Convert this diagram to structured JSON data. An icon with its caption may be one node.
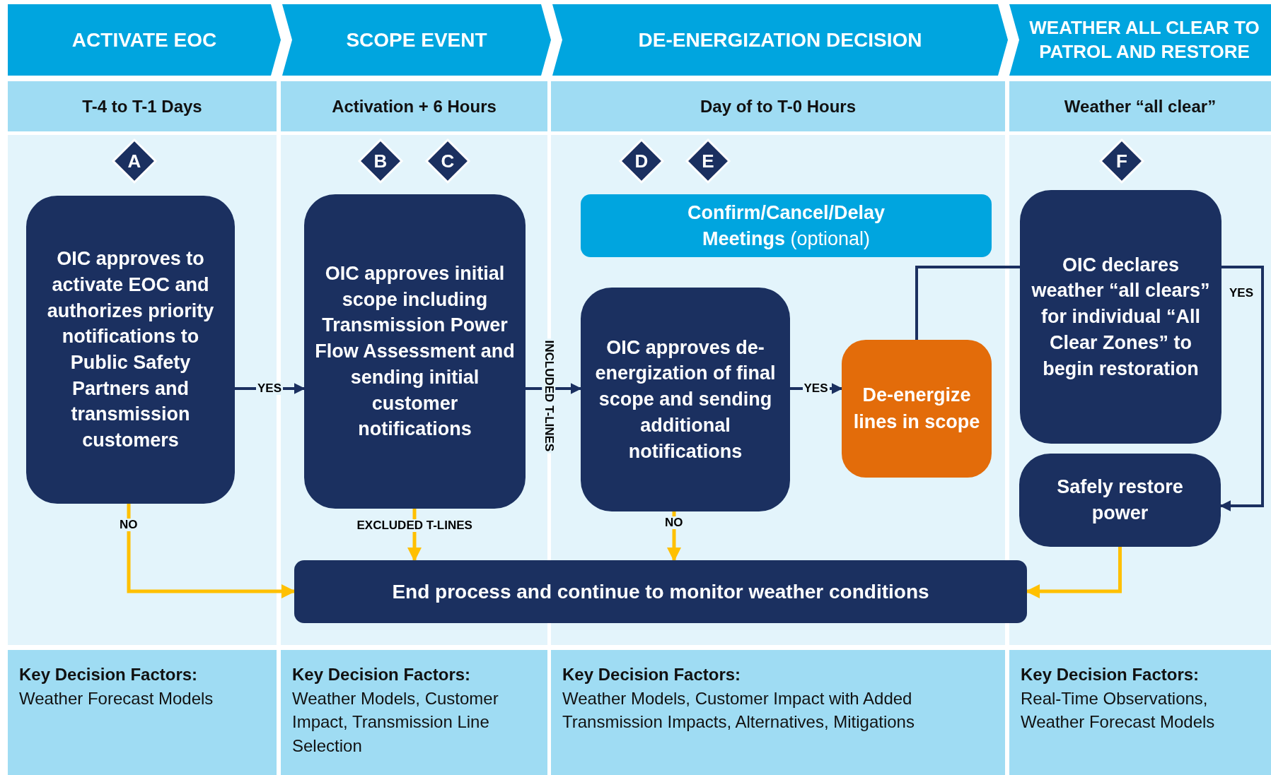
{
  "diagram": {
    "nodes": [
      {
        "text": [
          "ACTIVATE EOC"
        ]
      },
      {
        "text": [
          "SCOPE EVENT"
        ]
      },
      {
        "text": [
          "DE-ENERGIZATION DECISION"
        ]
      },
      {
        "text": [
          "WEATHER ALL CLEAR TO PATROL AND RESTORE"
        ]
      },
      {
        "text": [
          "T-4 to T-1 Days"
        ]
      },
      {
        "text": [
          "Activation + 6 Hours"
        ]
      },
      {
        "text": [
          "Day of to T-0 Hours"
        ]
      },
      {
        "text": [
          "Weather “all clear”"
        ]
      },
      {
        "text": [
          "A"
        ]
      },
      {
        "text": [
          "B"
        ]
      },
      {
        "text": [
          "C"
        ]
      },
      {
        "text": [
          "D"
        ]
      },
      {
        "text": [
          "E"
        ]
      },
      {
        "text": [
          "F"
        ]
      },
      {
        "text": [
          "OIC approves to activate EOC and authorizes priority notifications to Public Safety Partners and transmission customers"
        ]
      },
      {
        "text": [
          "OIC approves initial scope including Transmission Power Flow Assessment and sending initial customer notifications"
        ]
      },
      {
        "text": [
          "**Confirm/Cancel/Delay Meetings** (optional)"
        ]
      },
      {
        "text": [
          "OIC approves de-energization of final scope and sending additional notifications"
        ]
      },
      {
        "text": [
          "De-energize lines in scope"
        ]
      },
      {
        "text": [
          "OIC declares weather “all clears” for individual “All Clear Zones” to begin restoration"
        ]
      },
      {
        "text": [
          "Safely restore power"
        ]
      },
      {
        "text": [
          "End process and continue to monitor weather conditions"
        ]
      },
      {
        "text": [
          "Key Decision Factors:",
          "Weather Forecast Models"
        ]
      },
      {
        "text": [
          "Key Decision Factors:",
          "Weather Models, Customer Impact, Transmission Line Selection"
        ]
      },
      {
        "text": [
          "Key Decision Factors:",
          "Weather Models, Customer Impact with Added Transmission Impacts, Alternatives, Mitigations"
        ]
      },
      {
        "text": [
          "Key Decision Factors:",
          "Real-Time Observations, Weather Forecast Models"
        ]
      }
    ],
    "edges": [
      {
        "from": 14,
        "to": 15,
        "arrow": "to",
        "label": "YES"
      },
      {
        "from": 15,
        "to": 17,
        "arrow": "to",
        "label": "INCLUDED T-LINES"
      },
      {
        "from": 17,
        "to": 18,
        "arrow": "to",
        "label": "YES"
      },
      {
        "from": 18,
        "to": 19,
        "arrow": "none"
      },
      {
        "from": 19,
        "to": 20,
        "arrow": "to",
        "label": "YES"
      },
      {
        "from": 14,
        "to": 21,
        "arrow": "to",
        "label": "NO",
        "color": "#ffc000"
      },
      {
        "from": 15,
        "to": 21,
        "arrow": "to",
        "label": "EXCLUDED T-LINES",
        "color": "#ffc000"
      },
      {
        "from": 17,
        "to": 21,
        "arrow": "to",
        "label": "NO",
        "color": "#ffc000"
      },
      {
        "from": 20,
        "to": 21,
        "arrow": "to",
        "color": "#ffc000"
      }
    ]
  }
}
